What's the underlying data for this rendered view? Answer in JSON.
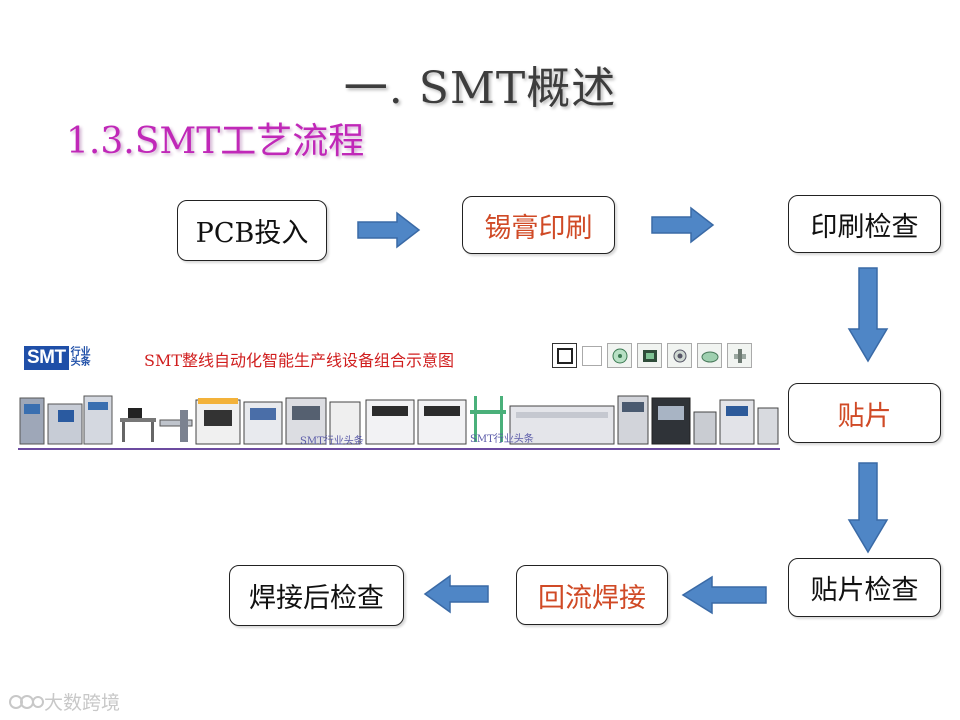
{
  "title": "一. SMT概述",
  "subtitle": "1.3.SMT工艺流程",
  "steps": {
    "pcb_input": "PCB投入",
    "solder_paste_printing": "锡膏印刷",
    "print_inspection": "印刷检查",
    "placement": "贴片",
    "placement_inspection": "贴片检查",
    "reflow_soldering": "回流焊接",
    "post_solder_inspection": "焊接后检查"
  },
  "colors": {
    "arrow_fill": "#4f86c6",
    "arrow_stroke": "#3a6aa6",
    "highlight_text": "#d04a26",
    "subtitle": "#c028b8",
    "banner_title": "#d01e1e"
  },
  "banner": {
    "logo_main": "SMT",
    "logo_sub1": "行业",
    "logo_sub2": "头条",
    "title": "SMT整线自动化智能生产线设备组合示意图",
    "icons": [
      "frame-outline-icon",
      "blank-square-icon",
      "reel-icon",
      "feeder-icon",
      "nozzle-icon",
      "tape-icon",
      "gear-tool-icon"
    ],
    "watermark_inline": "SMT行业头条"
  },
  "watermark": {
    "text": "大数跨境"
  }
}
